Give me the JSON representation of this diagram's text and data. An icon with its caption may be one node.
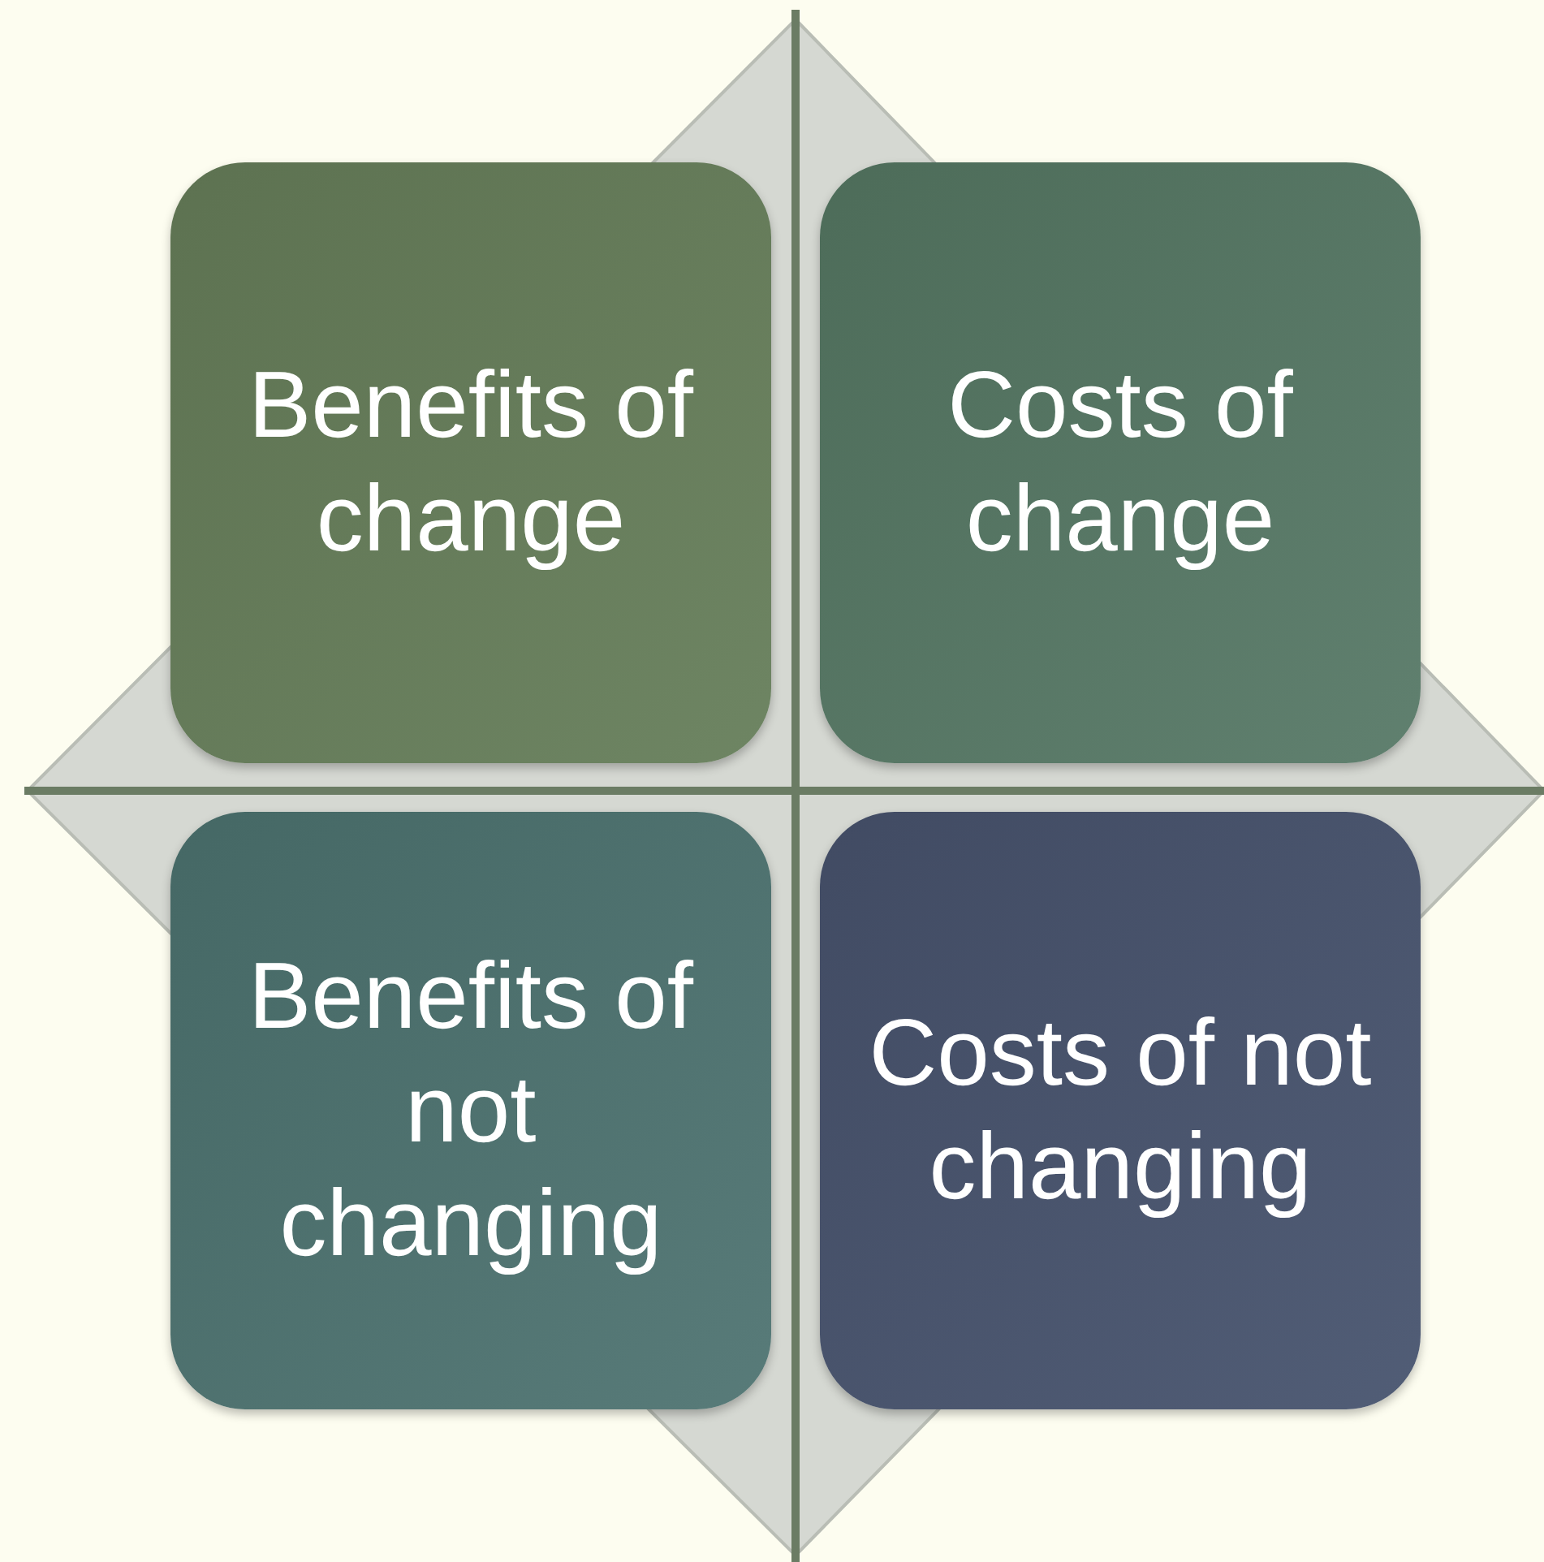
{
  "diagram": {
    "nodes": [
      {
        "text": [
          "Benefits of change"
        ]
      },
      {
        "text": [
          "Costs of change"
        ]
      },
      {
        "text": [
          "Benefits of not changing"
        ]
      },
      {
        "text": [
          "Costs of not changing"
        ]
      }
    ]
  }
}
